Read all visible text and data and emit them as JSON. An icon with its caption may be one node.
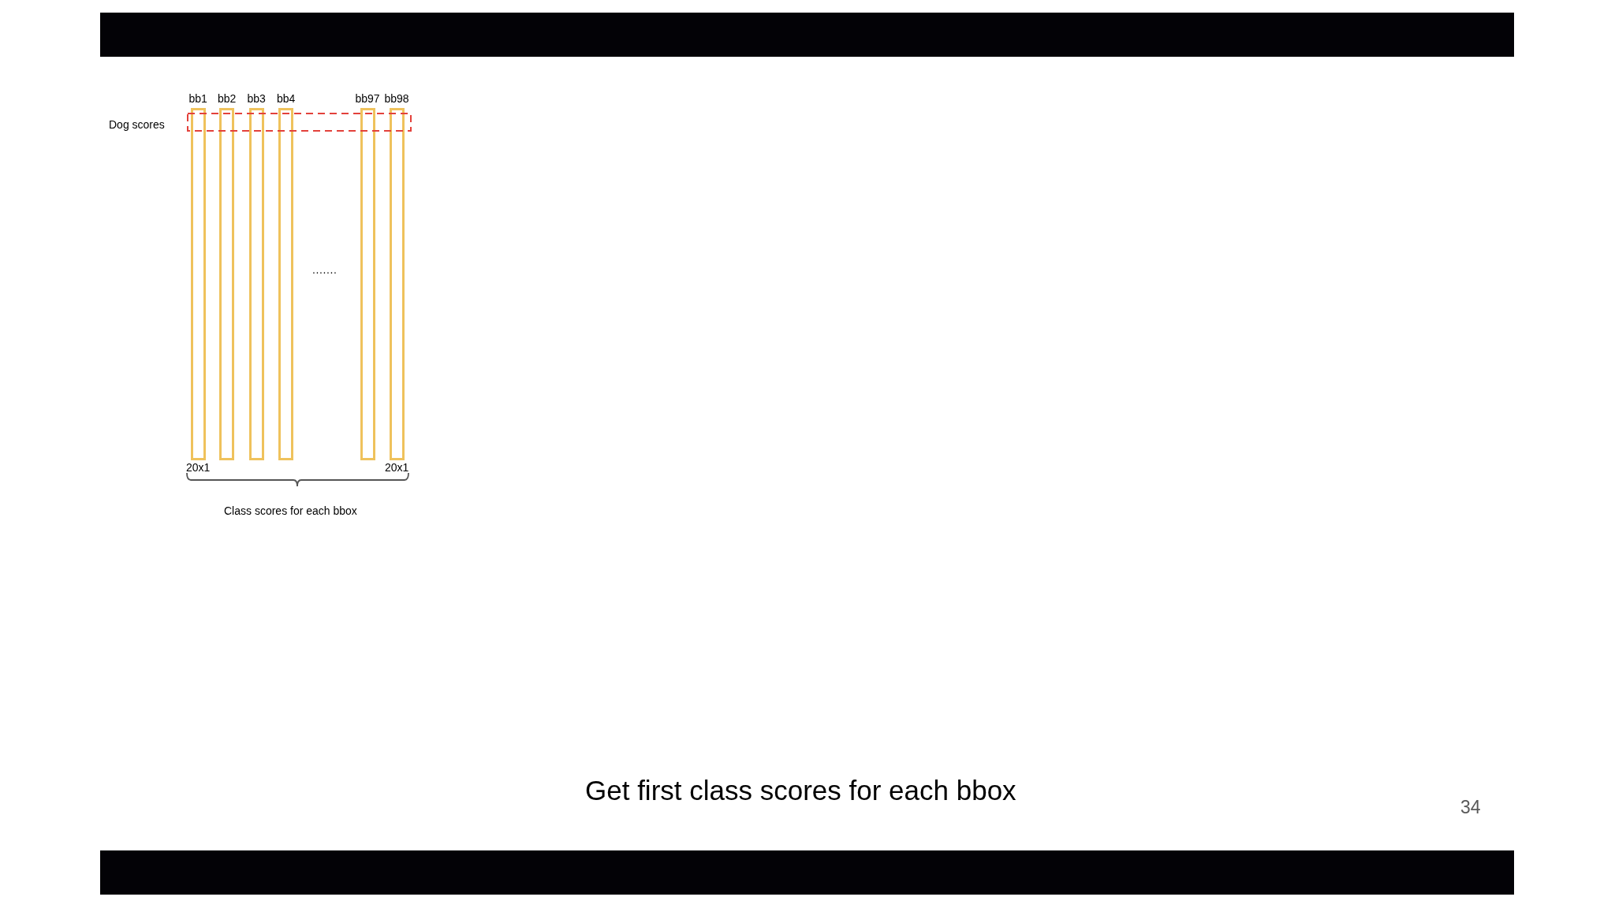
{
  "diagram": {
    "title": "Get first class scores for each bbox",
    "nodes": [
      {
        "text": [
          "bb1"
        ],
        "beside": [
          "20x1"
        ]
      },
      {
        "text": [
          "bb2"
        ]
      },
      {
        "text": [
          "bb3"
        ]
      },
      {
        "text": [
          "bb4"
        ]
      },
      {
        "text": [
          "bb97"
        ]
      },
      {
        "text": [
          "bb98"
        ],
        "beside": [
          "20x1"
        ]
      },
      {
        "text": [
          "Dog scores"
        ]
      }
    ],
    "labels": [
      ".......",
      "Class scores for each bbox",
      "34"
    ]
  }
}
